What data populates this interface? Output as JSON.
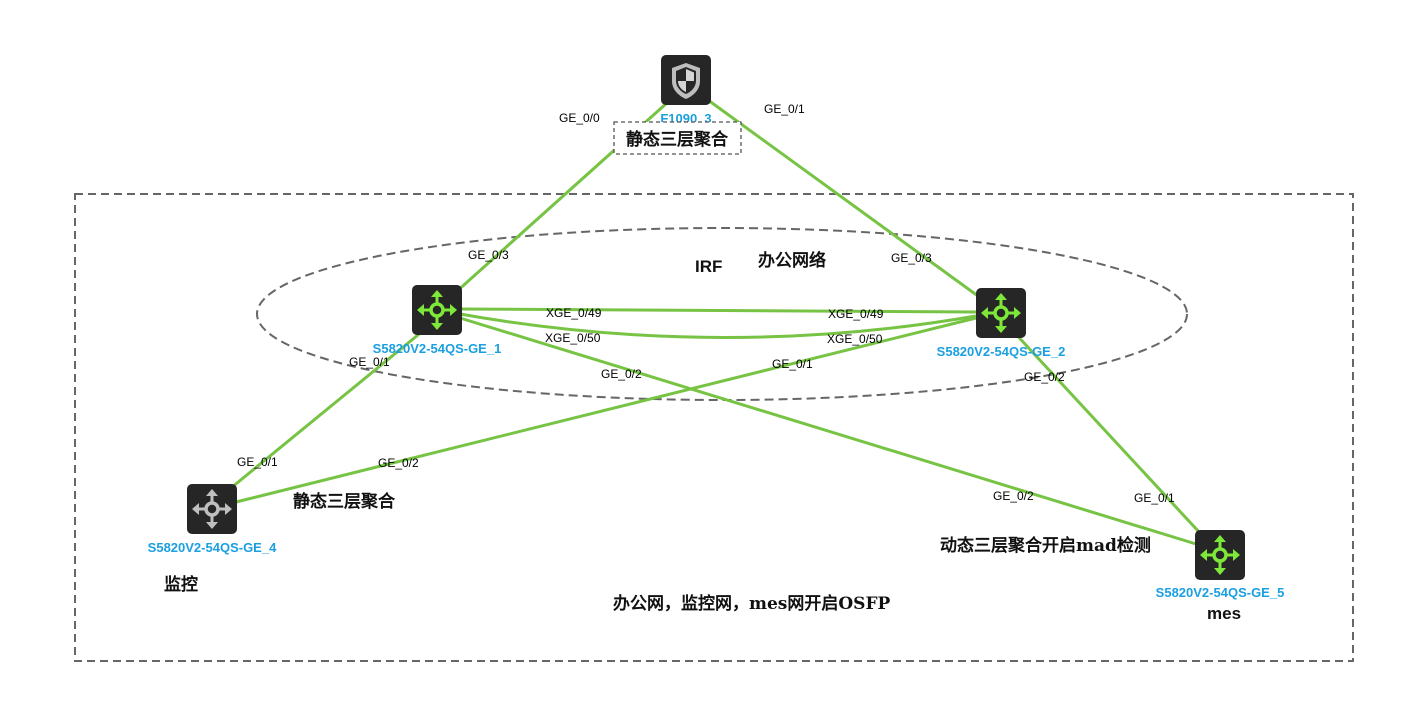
{
  "colors": {
    "link": "#77c344",
    "device_label": "#1a9fe0",
    "icon_bg": "#262626",
    "switch_glyph_active": "#7ee83a",
    "switch_glyph_inactive": "#bfbfbf",
    "dashed_border": "#666666"
  },
  "devices": {
    "firewall": {
      "name": "F1090_3",
      "icon": "firewall-shield-icon"
    },
    "sw1": {
      "name": "S5820V2-54QS-GE_1",
      "icon": "l3-switch-icon"
    },
    "sw2": {
      "name": "S5820V2-54QS-GE_2",
      "icon": "l3-switch-icon"
    },
    "sw4": {
      "name": "S5820V2-54QS-GE_4",
      "icon": "l3-switch-icon"
    },
    "sw5": {
      "name": "S5820V2-54QS-GE_5",
      "icon": "l3-switch-icon"
    }
  },
  "ports": {
    "fw_ge00": "GE_0/0",
    "fw_ge01": "GE_0/1",
    "sw1_ge03": "GE_0/3",
    "sw2_ge03": "GE_0/3",
    "sw1_xge49": "XGE_0/49",
    "sw2_xge49": "XGE_0/49",
    "sw1_xge50": "XGE_0/50",
    "sw2_xge50": "XGE_0/50",
    "sw1_ge01": "GE_0/1",
    "sw1_ge02": "GE_0/2",
    "sw2_ge01": "GE_0/1",
    "sw2_ge02": "GE_0/2",
    "sw4_ge01": "GE_0/1",
    "sw4_ge02": "GE_0/2",
    "sw5_ge01": "GE_0/1",
    "sw5_ge02": "GE_0/2"
  },
  "notes": {
    "fw_aggregation": "静态三层聚合",
    "irf": "IRF",
    "office_network": "办公网络",
    "monitor_aggregation": "静态三层聚合",
    "monitor": "监控",
    "mes_aggregation": "动态三层聚合开启mad检测",
    "mes": "mes",
    "ospf": "办公网，监控网，mes网开启OSFP"
  }
}
